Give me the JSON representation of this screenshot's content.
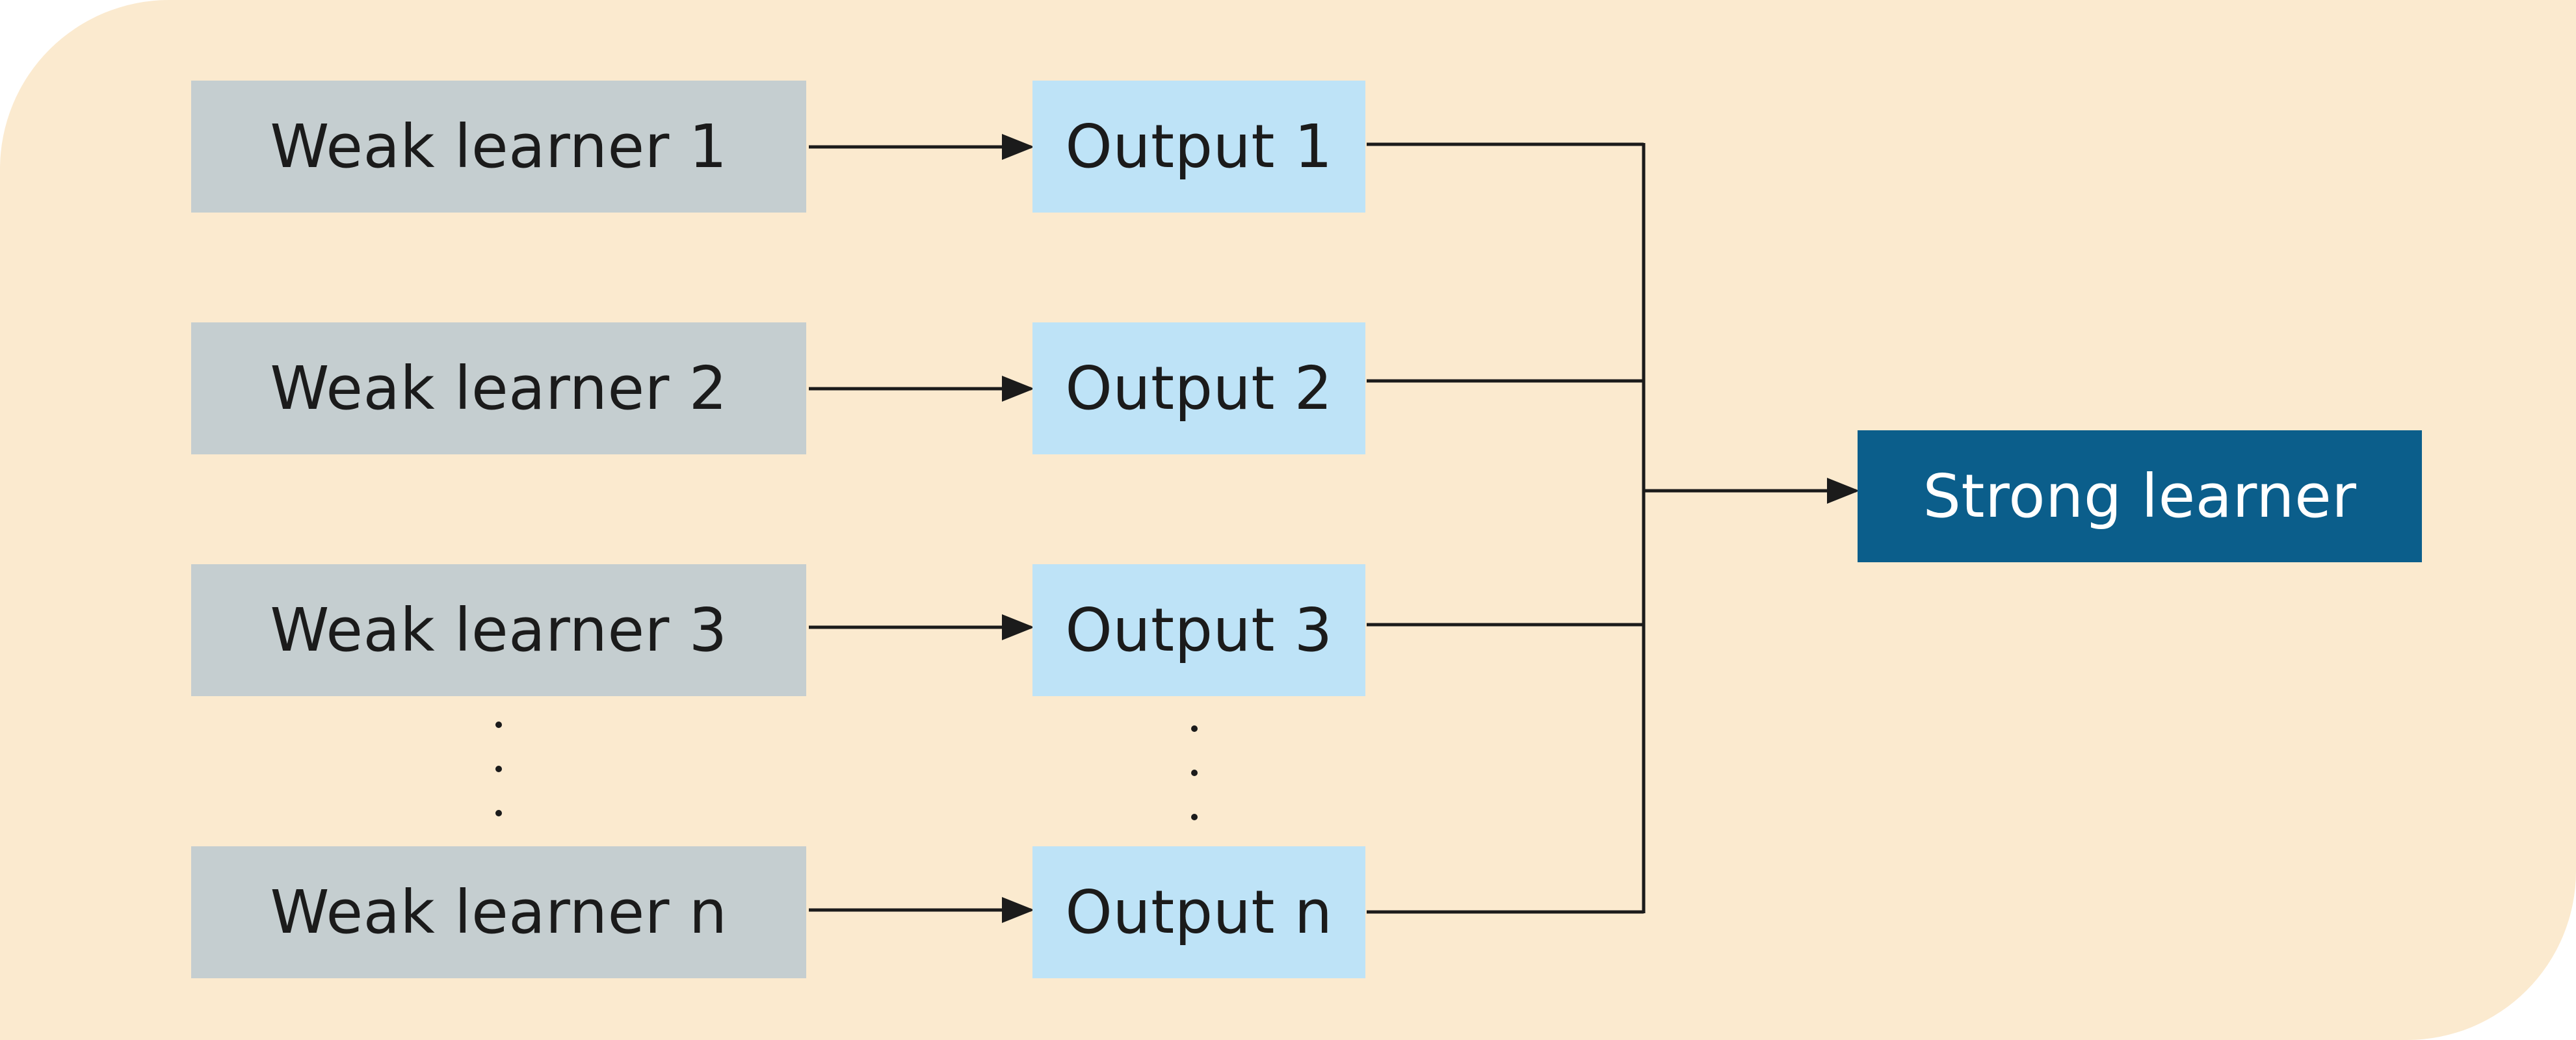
{
  "diagram": {
    "weak_learners": [
      {
        "label": "Weak learner 1"
      },
      {
        "label": "Weak learner 2"
      },
      {
        "label": "Weak learner 3"
      },
      {
        "label": "Weak learner n"
      }
    ],
    "outputs": [
      {
        "label": "Output 1"
      },
      {
        "label": "Output 2"
      },
      {
        "label": "Output 3"
      },
      {
        "label": "Output n"
      }
    ],
    "strong_learner": {
      "label": "Strong learner"
    },
    "colors": {
      "background": "#fbeacf",
      "weak_learner_fill": "#c5ced0",
      "output_fill": "#bee3f7",
      "strong_learner_fill": "#0b5e8b",
      "line": "#1b1b1b"
    }
  }
}
